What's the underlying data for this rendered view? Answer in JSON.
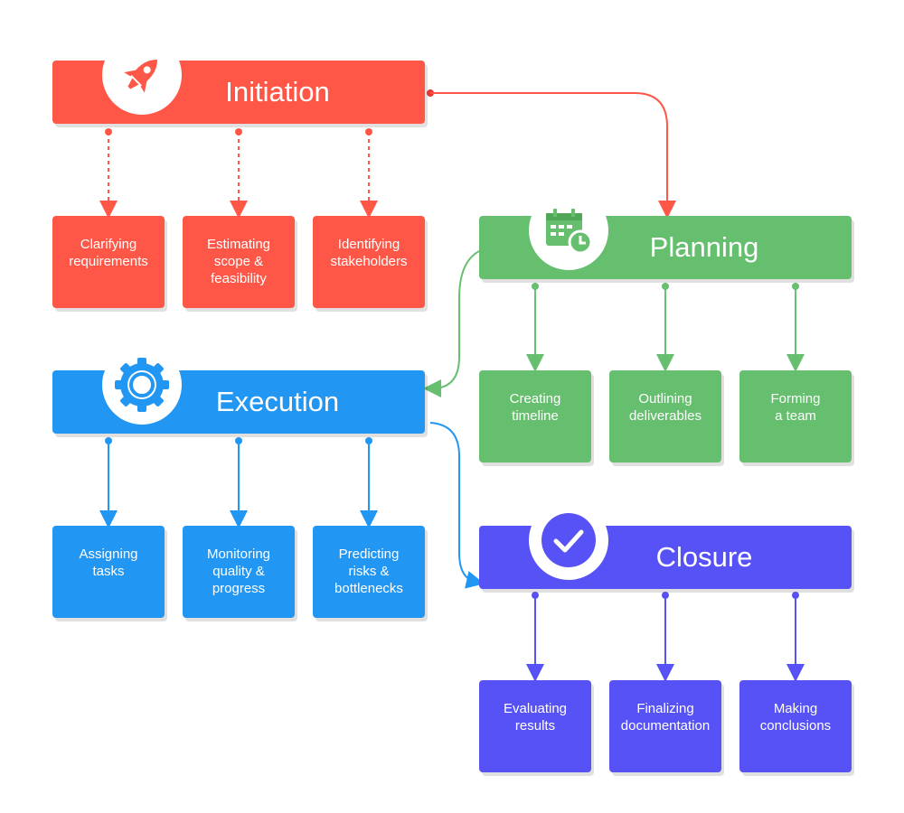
{
  "colors": {
    "initiation": "#ff5747",
    "planning": "#66bf6e",
    "execution": "#2196f3",
    "closure": "#5652f5"
  },
  "phases": {
    "initiation": {
      "title": "Initiation",
      "icon": "rocket-icon",
      "tasks": [
        "Clarifying\nrequirements",
        "Estimating\nscope &\nfeasibility",
        "Identifying\nstakeholders"
      ]
    },
    "planning": {
      "title": "Planning",
      "icon": "calendar-clock-icon",
      "tasks": [
        "Creating\ntimeline",
        "Outlining\ndeliverables",
        "Forming\na team"
      ]
    },
    "execution": {
      "title": "Execution",
      "icon": "gear-icon",
      "tasks": [
        "Assigning\ntasks",
        "Monitoring\nquality &\nprogress",
        "Predicting\nrisks &\nbottlenecks"
      ]
    },
    "closure": {
      "title": "Closure",
      "icon": "checkmark-icon",
      "tasks": [
        "Evaluating\nresults",
        "Finalizing\ndocumentation",
        "Making\nconclusions"
      ]
    }
  }
}
